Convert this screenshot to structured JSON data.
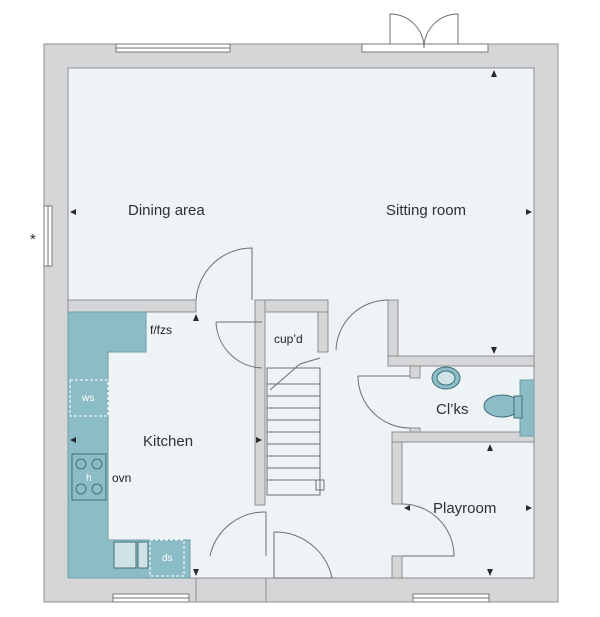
{
  "rooms": {
    "dining": "Dining area",
    "sitting": "Sitting room",
    "kitchen": "Kitchen",
    "clks": "Cl’ks",
    "playroom": "Playroom"
  },
  "labels": {
    "fridge": "f/fzs",
    "cupboard": "cup’d",
    "washer": "ws",
    "oven": "ovn",
    "hob": "h",
    "dishwasher": "ds",
    "asterisk": "*"
  },
  "colors": {
    "wall": "#d6d6d8",
    "floor": "#eef3f6",
    "fittings": "#8cbdc7"
  }
}
